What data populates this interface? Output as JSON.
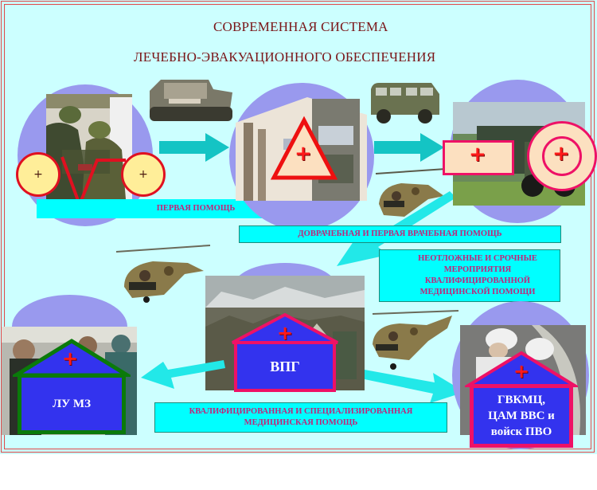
{
  "title": {
    "line1": "СОВРЕМЕННАЯ СИСТЕМА",
    "line2": "ЛЕЧЕБНО-ЭВАКУАЦИОННОГО ОБЕСПЕЧЕНИЯ"
  },
  "colors": {
    "background": "#ccffff",
    "border": "#e04848",
    "circle": "#9999ee",
    "banner": "#00ffff",
    "banner_text": "#c0247a",
    "house_fill": "#3333ee",
    "house_green": "#0a7a0a",
    "house_magenta": "#ee1166",
    "cross": "#ff1a1a",
    "title_text": "#7a1518"
  },
  "stages": [
    {
      "id": "first_aid",
      "banner": "ПЕРВАЯ ПОМОЩЬ",
      "symbol": "circles-with-check",
      "cross_glyph": "+"
    },
    {
      "id": "pre_medical",
      "banner": "ДОВРАЧЕБНАЯ И ПЕРВАЯ ВРАЧЕБНАЯ ПОМОЩЬ",
      "symbol": "triangle",
      "cross_glyph": "+"
    },
    {
      "id": "urgent",
      "banner_lines": [
        "НЕОТЛОЖНЫЕ И СРОЧНЫЕ",
        "МЕРОПРИЯТИЯ",
        "КВАЛИФИЦИРОВАННОЙ",
        "МЕДИЦИНСКОЙ ПОМОЩИ"
      ],
      "symbol": "rectangle-and-double-circle",
      "cross_glyph": "+"
    },
    {
      "id": "qualified",
      "banner_lines": [
        "КВАЛИФИЦИРОВАННАЯ И СПЕЦИАЛИЗИРОВАННАЯ",
        "МЕДИЦИНСКАЯ ПОМОЩЬ"
      ]
    }
  ],
  "facilities": {
    "vpg": {
      "label": "ВПГ",
      "cross_glyph": "+"
    },
    "lu_mz": {
      "label": "ЛУ МЗ",
      "cross_glyph": "+"
    },
    "gvkmc": {
      "label_lines": [
        "ГВКМЦ,",
        "ЦАМ ВВС и",
        "войск ПВО"
      ],
      "cross_glyph": "+"
    }
  }
}
